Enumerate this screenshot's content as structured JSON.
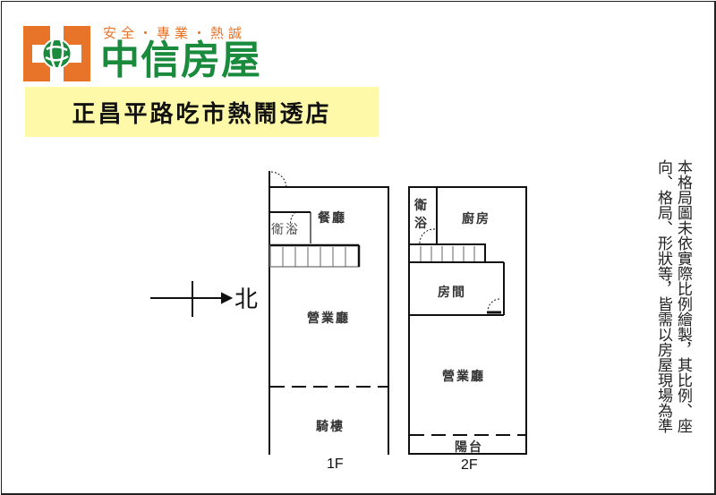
{
  "header": {
    "slogan": "安全・專業・熱誠",
    "brand_name": "中信房屋",
    "listing_title": "正昌平路吃市熱鬧透店"
  },
  "colors": {
    "brand_orange": "#e8742a",
    "brand_green": "#1a8a3c",
    "banner_yellow": "#fdf9a8"
  },
  "compass": {
    "label": "北",
    "icon": "north-arrow-icon"
  },
  "floors": [
    {
      "label": "1F",
      "rooms": [
        "餐廳",
        "衛浴",
        "營業廳",
        "騎樓"
      ]
    },
    {
      "label": "2F",
      "rooms": [
        "衛浴",
        "廚房",
        "房間",
        "營業廳",
        "陽台"
      ]
    }
  ],
  "disclaimer": {
    "line1": "本格局圖未依實際比例繪製，其比例、座",
    "line2": "向、格局、形狀等，皆需以房屋現場為準"
  }
}
